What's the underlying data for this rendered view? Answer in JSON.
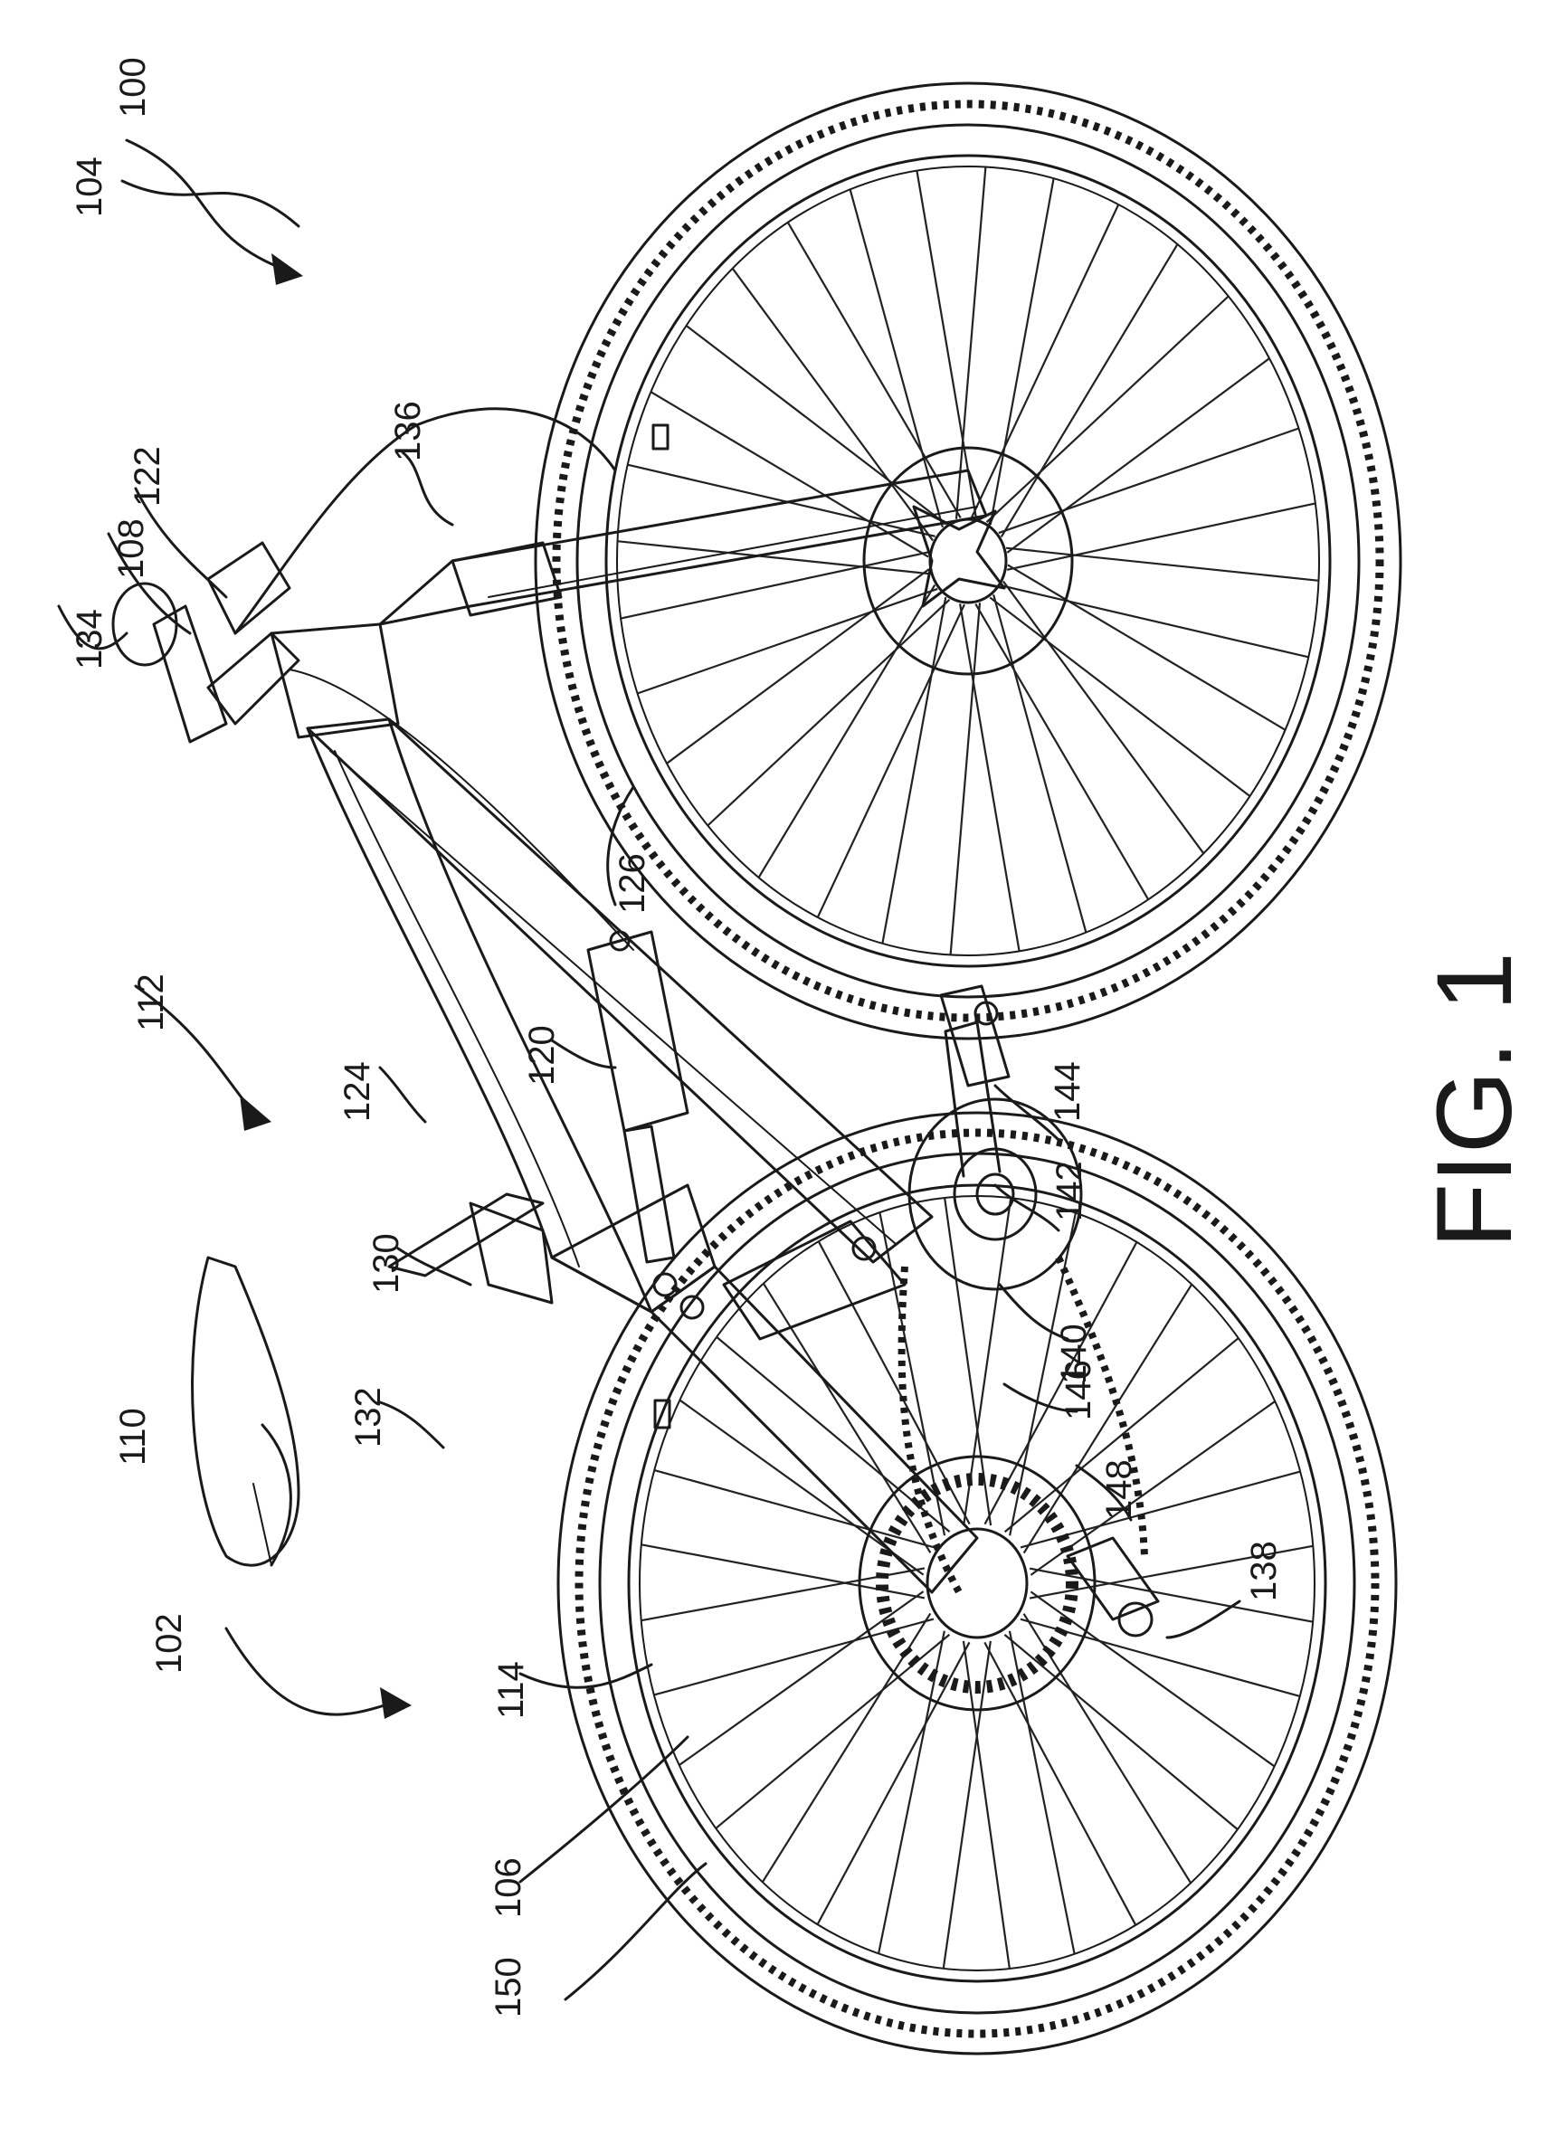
{
  "figure": {
    "caption": "FIG. 1",
    "labels": [
      {
        "key": "n100",
        "text": "100"
      },
      {
        "key": "n102",
        "text": "102"
      },
      {
        "key": "n104",
        "text": "104"
      },
      {
        "key": "n106",
        "text": "106"
      },
      {
        "key": "n108",
        "text": "108"
      },
      {
        "key": "n110",
        "text": "110"
      },
      {
        "key": "n112",
        "text": "112"
      },
      {
        "key": "n114",
        "text": "114"
      },
      {
        "key": "n120",
        "text": "120"
      },
      {
        "key": "n122",
        "text": "122"
      },
      {
        "key": "n124",
        "text": "124"
      },
      {
        "key": "n126",
        "text": "126"
      },
      {
        "key": "n130",
        "text": "130"
      },
      {
        "key": "n132",
        "text": "132"
      },
      {
        "key": "n134",
        "text": "134"
      },
      {
        "key": "n136",
        "text": "136"
      },
      {
        "key": "n138",
        "text": "138"
      },
      {
        "key": "n140",
        "text": "140"
      },
      {
        "key": "n142",
        "text": "142"
      },
      {
        "key": "n144",
        "text": "144"
      },
      {
        "key": "n146",
        "text": "146"
      },
      {
        "key": "n148",
        "text": "148"
      },
      {
        "key": "n150",
        "text": "150"
      }
    ]
  }
}
